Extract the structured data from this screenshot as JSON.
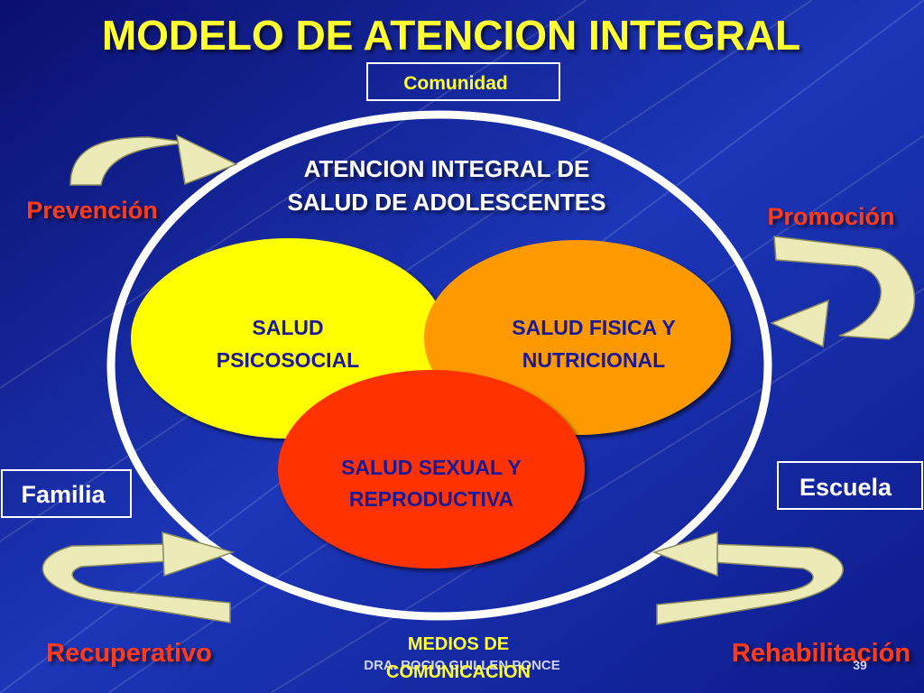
{
  "slide": {
    "title": "MODELO DE ATENCION INTEGRAL",
    "community_label": "Comunidad",
    "center_title_line1": "ATENCION INTEGRAL DE",
    "center_title_line2": "SALUD DE ADOLESCENTES",
    "circles": {
      "psicosocial_line1": "SALUD",
      "psicosocial_line2": "PSICOSOCIAL",
      "fisica_line1": "SALUD FISICA Y",
      "fisica_line2": "NUTRICIONAL",
      "sexual_line1": "SALUD SEXUAL Y",
      "sexual_line2": "REPRODUCTIVA"
    },
    "corner_labels": {
      "prevencion": "Prevención",
      "promocion": "Promoción",
      "recuperativo": "Recuperativo",
      "rehabilitacion": "Rehabilitación"
    },
    "box_labels": {
      "familia": "Familia",
      "escuela": "Escuela"
    },
    "bottom_label_line1": "MEDIOS DE",
    "bottom_label_line2": "COMUNICACION",
    "footer_author": "DRA. ROCIO GUILLEN PONCE",
    "page_number": "39"
  },
  "colors": {
    "background_dark": "#0a0f6e",
    "background_light": "#1f3fc4",
    "title": "#ffff33",
    "red_text": "#ff3b1f",
    "white": "#ffffff",
    "yellow_circle": "#ffff00",
    "orange_circle": "#ff9900",
    "red_circle": "#ff3300",
    "arrow_fill": "#ecebb8",
    "circle_text": "#1a1a99"
  }
}
